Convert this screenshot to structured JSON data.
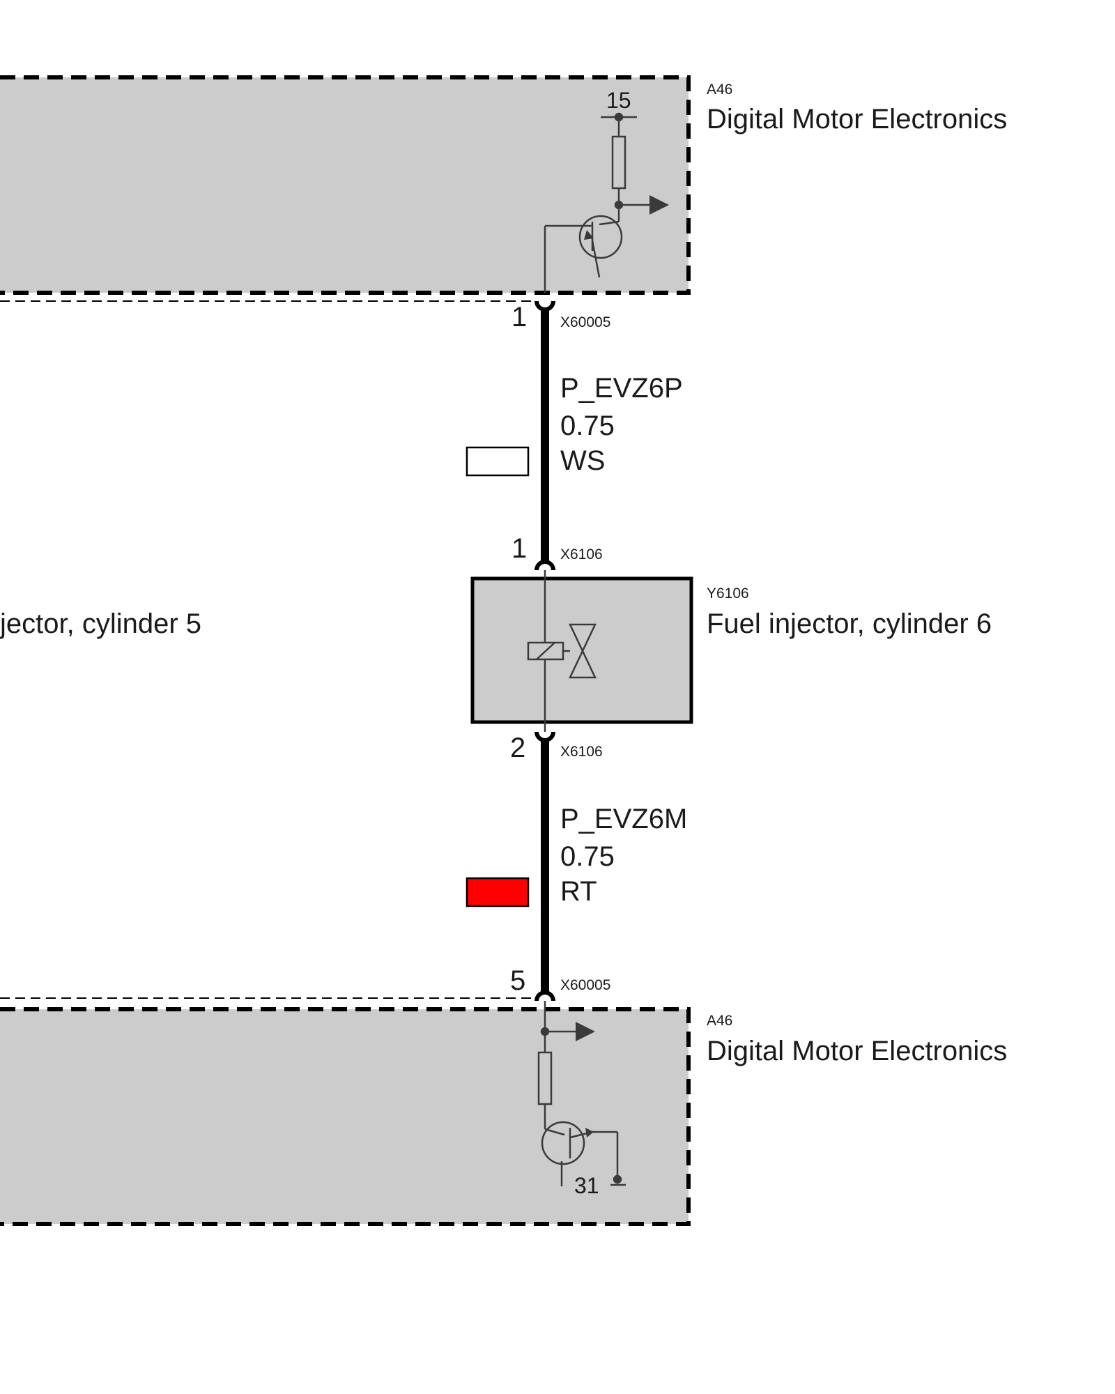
{
  "top_module": {
    "ref": "A46",
    "name": "Digital Motor Electronics",
    "terminal": "15"
  },
  "wire_upper": {
    "top_pin": "1",
    "top_connector": "X60005",
    "signal": "P_EVZ6P",
    "cross_section": "0.75",
    "color_code": "WS",
    "color_swatch": "#ffffff",
    "bottom_pin": "1",
    "bottom_connector": "X6106"
  },
  "injector": {
    "ref": "Y6106",
    "name": "Fuel injector, cylinder 6",
    "neighbor_label": "jector, cylinder 5"
  },
  "wire_lower": {
    "top_pin": "2",
    "top_connector": "X6106",
    "signal": "P_EVZ6M",
    "cross_section": "0.75",
    "color_code": "RT",
    "color_swatch": "#ff0000",
    "bottom_pin": "5",
    "bottom_connector": "X60005"
  },
  "bottom_module": {
    "ref": "A46",
    "name": "Digital Motor Electronics",
    "terminal": "31"
  },
  "colors": {
    "module_fill": "#cccccc",
    "wire": "#000000",
    "symbol": "#3a3a3a"
  }
}
